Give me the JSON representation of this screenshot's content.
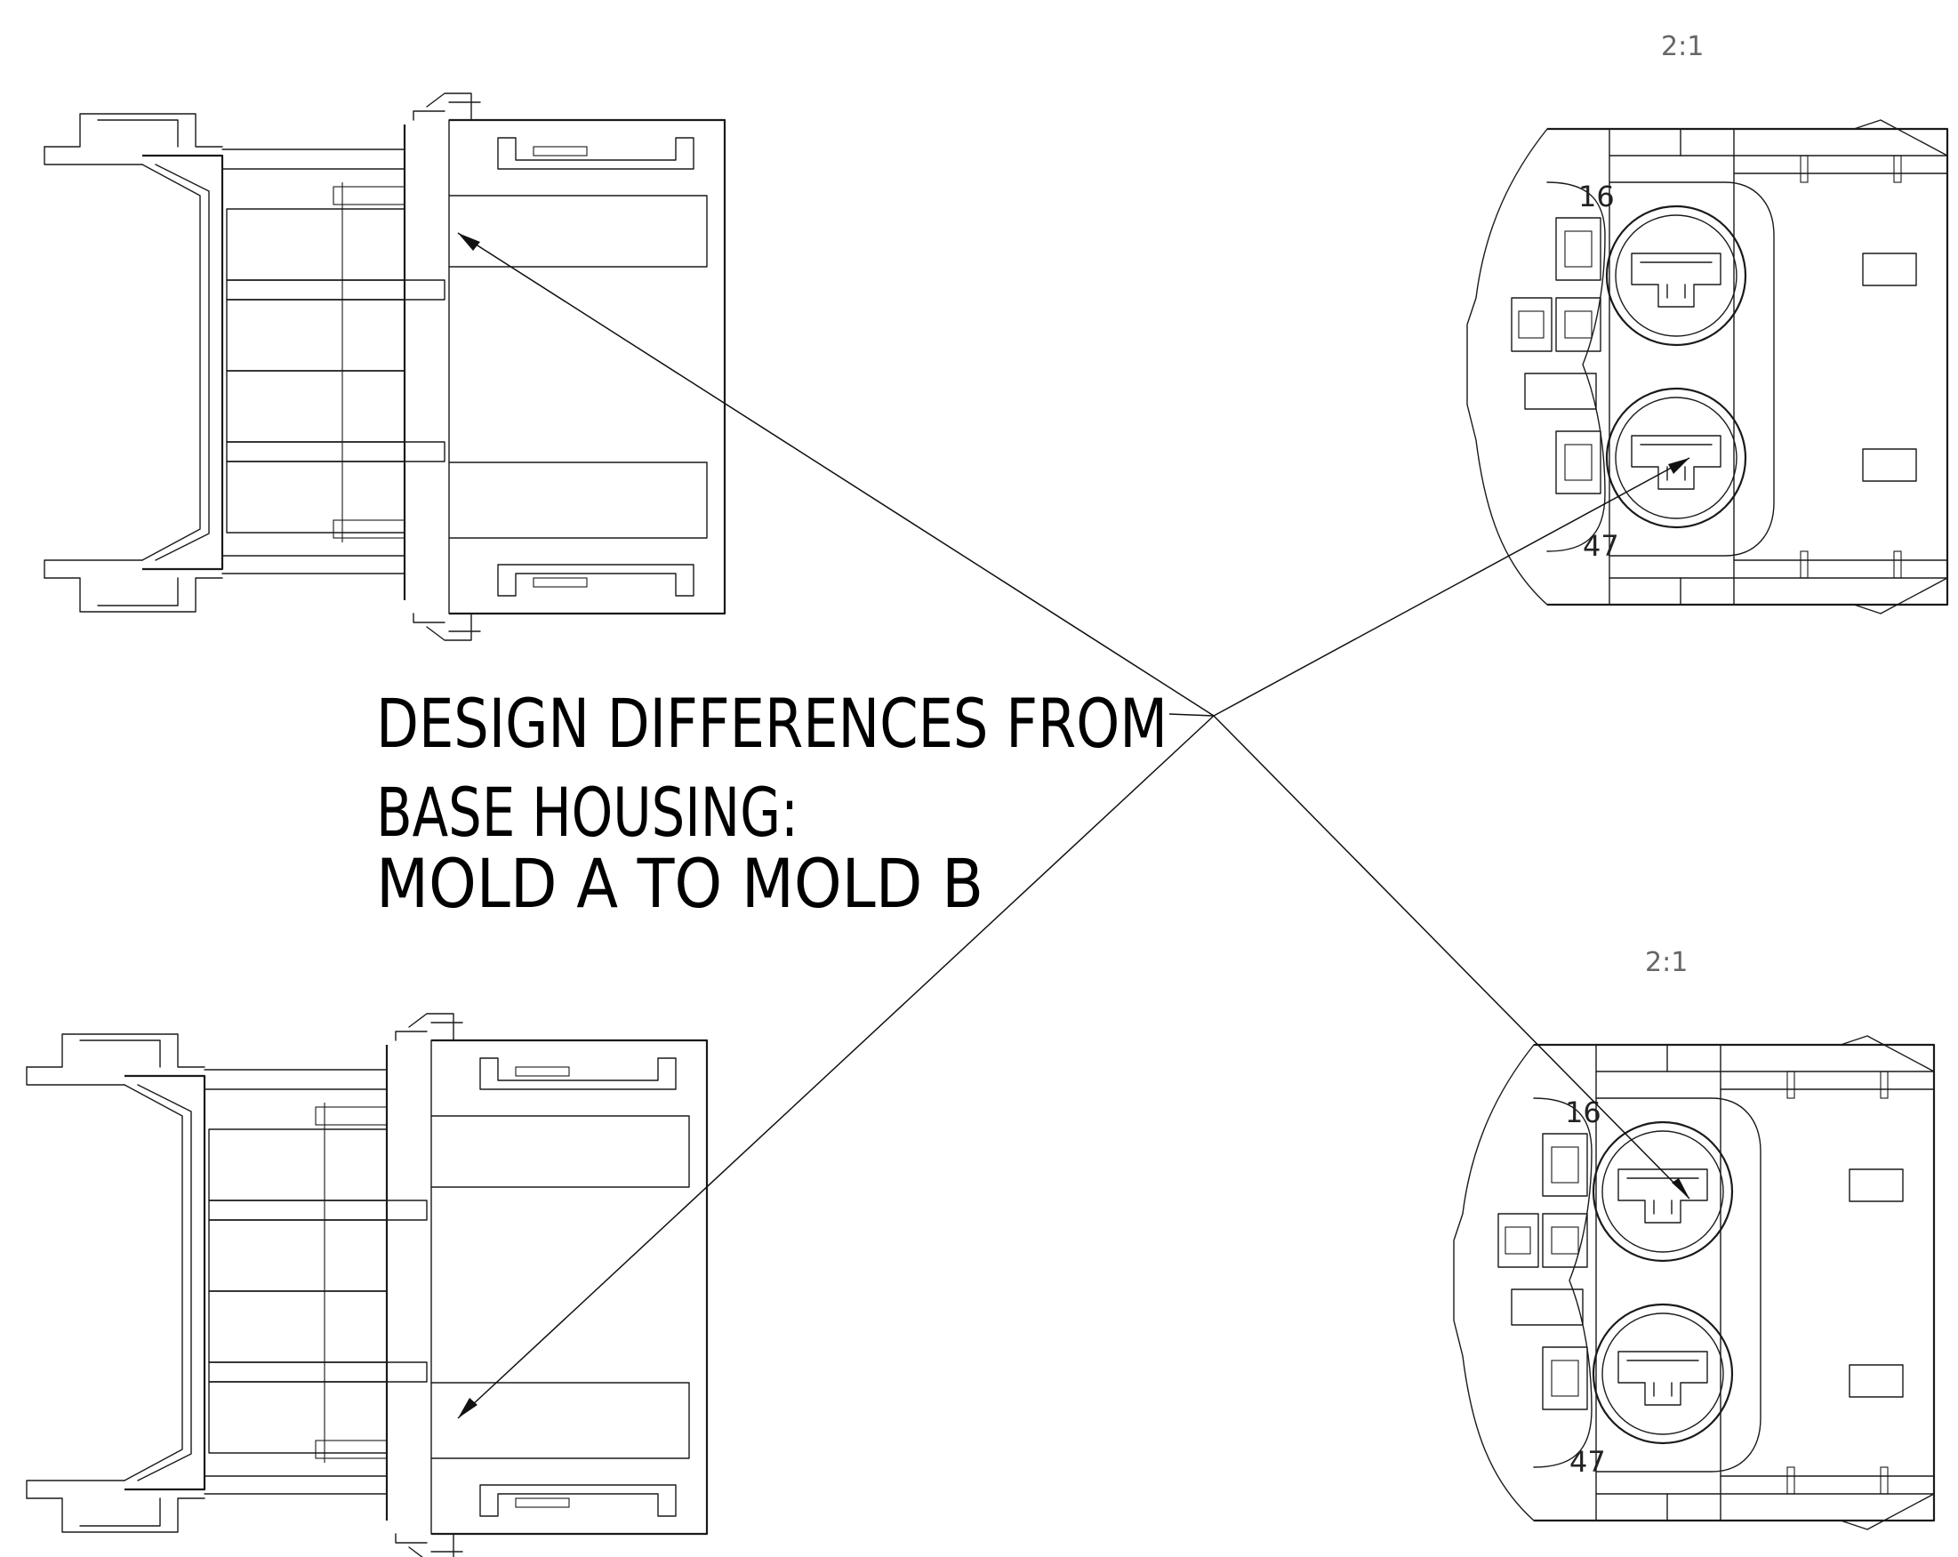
{
  "note": {
    "line1": "DESIGN DIFFERENCES FROM",
    "line2": "BASE HOUSING:",
    "line3": "MOLD A TO MOLD B"
  },
  "views": {
    "top_right_scale": "2:1",
    "bottom_right_scale": "2:1",
    "pin_top": "16",
    "pin_bottom": "47"
  },
  "colors": {
    "line": "#1a1a1a",
    "scale_text": "#666666",
    "background": "#ffffff"
  }
}
